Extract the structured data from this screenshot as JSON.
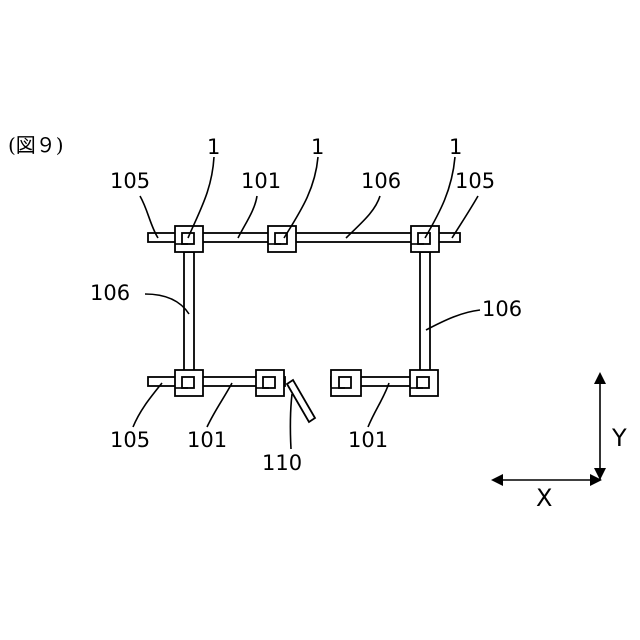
{
  "figure_label": "(図９)",
  "labels": {
    "unit_1_left": "1",
    "unit_1_mid": "1",
    "unit_1_right": "1",
    "end_105_tl": "105",
    "end_105_tr": "105",
    "end_105_bl": "105",
    "rail_101_top": "101",
    "rail_101_bl": "101",
    "rail_101_br": "101",
    "rail_106_top": "106",
    "rail_106_left": "106",
    "rail_106_right": "106",
    "part_110": "110"
  },
  "axes": {
    "x_label": "X",
    "y_label": "Y"
  }
}
